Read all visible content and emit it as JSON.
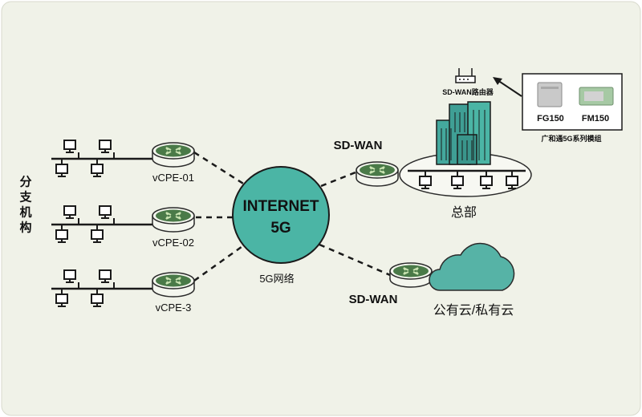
{
  "colors": {
    "background": "#f0f2e8",
    "internet_fill": "#4bb5a5",
    "router_body": "#f4f6ee",
    "router_top": "#4a7a48",
    "arrow_color": "#c9e3b1",
    "cloud_fill": "#56b3a6",
    "building_fill": "#44a89d"
  },
  "labels": {
    "side_branch": "分支机构",
    "internet_line1": "INTERNET",
    "internet_line2": "5G",
    "network_5g": "5G网络",
    "vcpe": [
      "vCPE-01",
      "vCPE-02",
      "vCPE-3"
    ],
    "sdwan_hq": "SD-WAN",
    "sdwan_cloud": "SD-WAN",
    "hq": "总部",
    "cloud": "公有云/私有云",
    "sdwan_router": "SD-WAN路由器",
    "module_fg": "FG150",
    "module_fm": "FM150",
    "module_caption": "广和通5G系列模组"
  },
  "icons": {
    "pc": "desktop-computer-icon",
    "router": "router-icon",
    "wifi_router": "wifi-router-icon",
    "building": "office-building-icon",
    "cloud": "cloud-icon",
    "module": "5g-module-card-icon"
  }
}
